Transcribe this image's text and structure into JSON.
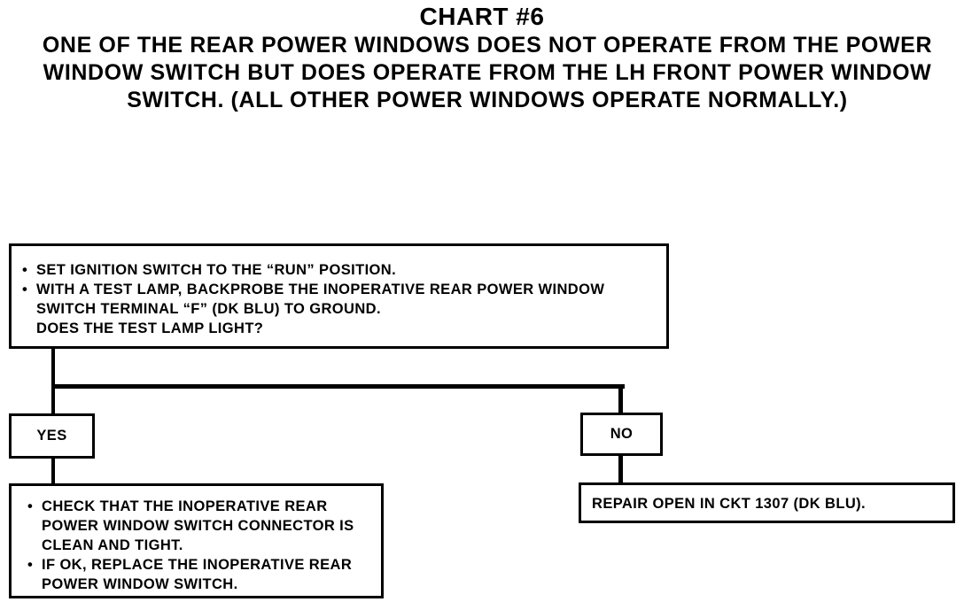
{
  "chart": {
    "title": "CHART #6",
    "subtitle": "ONE OF THE REAR POWER WINDOWS DOES NOT OPERATE FROM THE POWER WINDOW SWITCH BUT DOES OPERATE FROM THE LH FRONT POWER WINDOW SWITCH. (ALL OTHER POWER WINDOWS OPERATE NORMALLY.)"
  },
  "start_box": {
    "steps": [
      "SET IGNITION SWITCH TO THE “RUN” POSITION.",
      "WITH A TEST LAMP, BACKPROBE THE INOPERATIVE REAR POWER WINDOW SWITCH TERMINAL “F” (DK BLU) TO GROUND."
    ],
    "question": "DOES THE TEST LAMP LIGHT?"
  },
  "branches": {
    "yes_label": "YES",
    "no_label": "NO"
  },
  "yes_box": {
    "steps": [
      "CHECK THAT THE INOPERATIVE REAR POWER WINDOW SWITCH CONNECTOR IS CLEAN AND TIGHT.",
      "IF OK, REPLACE THE INOPERATIVE REAR POWER WINDOW SWITCH."
    ]
  },
  "no_box": {
    "text": "REPAIR OPEN IN CKT 1307 (DK BLU)."
  }
}
